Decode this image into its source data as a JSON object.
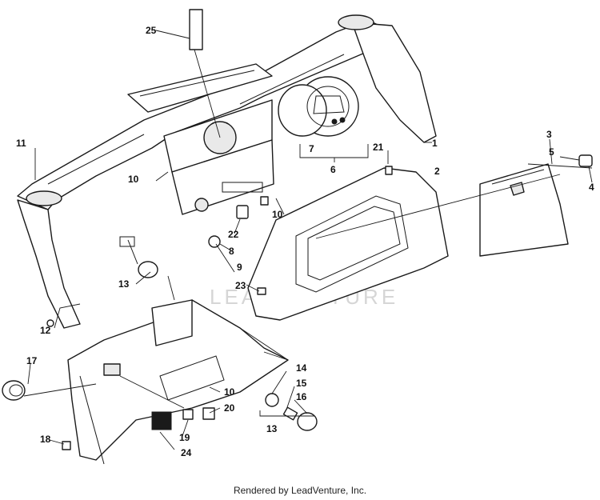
{
  "watermark": "LEADVENTURE",
  "footer": "Rendered by LeadVenture, Inc.",
  "callouts": [
    "1",
    "2",
    "3",
    "4",
    "5",
    "6",
    "7",
    "8",
    "9",
    "10",
    "10",
    "10",
    "11",
    "12",
    "13",
    "13",
    "14",
    "15",
    "16",
    "17",
    "18",
    "19",
    "20",
    "21",
    "22",
    "23",
    "24",
    "25"
  ]
}
